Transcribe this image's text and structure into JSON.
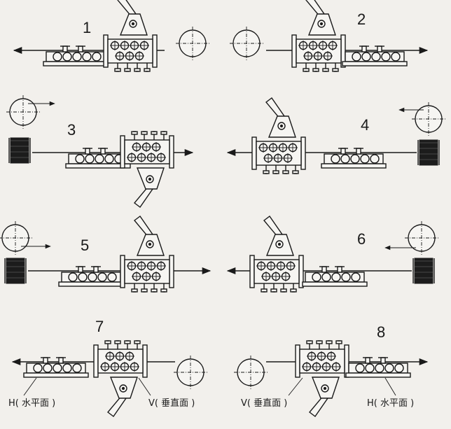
{
  "panels": [
    {
      "number": "1"
    },
    {
      "number": "2"
    },
    {
      "number": "3"
    },
    {
      "number": "4"
    },
    {
      "number": "5"
    },
    {
      "number": "6"
    },
    {
      "number": "7"
    },
    {
      "number": "8"
    }
  ],
  "labels": {
    "horizontal": "H(  水平面  )",
    "vertical": "V(  垂直面  )"
  },
  "colors": {
    "line": "#1a1a1a",
    "paper": "#f2f0ec",
    "coil": "#1c1c1c"
  },
  "icons": {
    "spool": "spool-icon",
    "coil": "wire-coil-icon",
    "handle": "lever-handle-icon",
    "roller": "straightener-roller-icon"
  }
}
